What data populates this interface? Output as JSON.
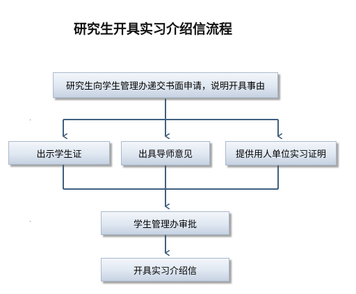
{
  "title": "研究生开具实习介绍信流程",
  "nodes": {
    "apply": "研究生向学生管理办递交书面申请，说明开具事由",
    "student_card": "出示学生证",
    "advisor_opinion": "出具导师意见",
    "employer_proof": "提供用人单位实习证明",
    "approval": "学生管理办审批",
    "issue_letter": "开具实习介绍信"
  },
  "colors": {
    "connector": "#3f5f7f",
    "node_fill_top": "#f3f6fa",
    "node_fill_bottom": "#c6d2e2"
  }
}
